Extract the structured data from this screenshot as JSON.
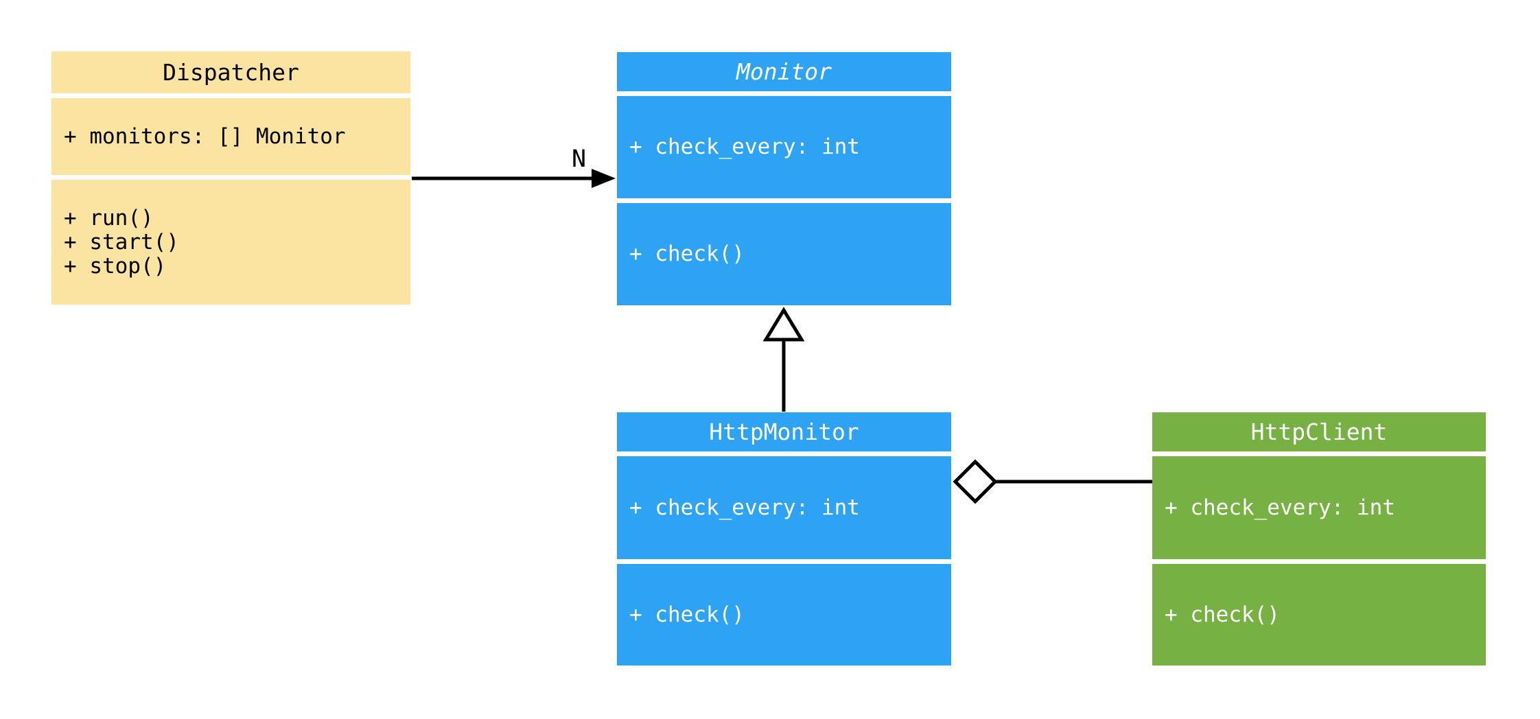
{
  "background_color": "#FFFFFF",
  "edge_color": "#000000",
  "classes": [
    {
      "name": "Dispatcher",
      "abstract": false,
      "bg_color": "#FBE3A2",
      "text_color": "#000000",
      "attributes": [
        "+ monitors: [] Monitor"
      ],
      "methods": [
        "+ run()",
        "+ start()",
        "+ stop()"
      ]
    },
    {
      "name": "Monitor",
      "abstract": true,
      "bg_color": "#2FA3F3",
      "text_color": "#FFFFFF",
      "attributes": [
        "+ check_every: int"
      ],
      "methods": [
        "+ check()"
      ]
    },
    {
      "name": "HttpMonitor",
      "abstract": false,
      "bg_color": "#2FA3F3",
      "text_color": "#FFFFFF",
      "attributes": [
        "+ check_every: int"
      ],
      "methods": [
        "+ check()"
      ]
    },
    {
      "name": "HttpClient",
      "abstract": false,
      "bg_color": "#78B143",
      "text_color": "#FFFFFF",
      "attributes": [
        "+ check_every: int"
      ],
      "methods": [
        "+ check()"
      ]
    }
  ],
  "relations": [
    {
      "type": "association",
      "from": "Dispatcher",
      "to": "Monitor",
      "label": "N",
      "marker": "filled-arrow"
    },
    {
      "type": "generalization",
      "from": "HttpMonitor",
      "to": "Monitor",
      "label": "",
      "marker": "hollow-triangle"
    },
    {
      "type": "aggregation",
      "from": "HttpMonitor",
      "to": "HttpClient",
      "label": "",
      "marker": "hollow-diamond"
    }
  ]
}
